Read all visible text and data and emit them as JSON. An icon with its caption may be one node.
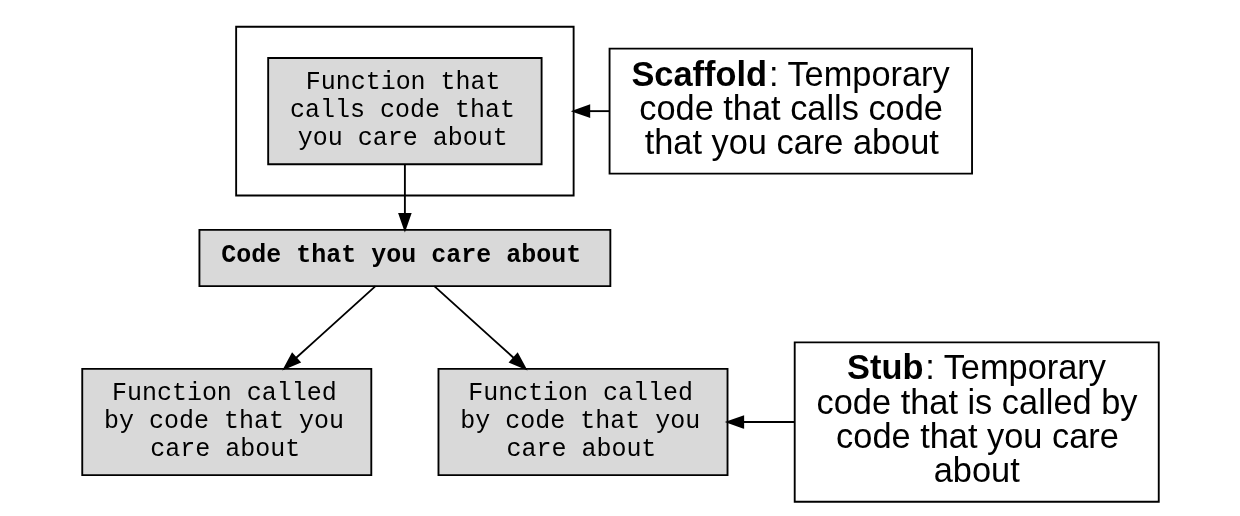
{
  "diagram": {
    "nodes": [
      {
        "text": [],
        "shape": "box"
      },
      {
        "text": [
          "Function that calls code that you care about"
        ],
        "in": 0
      },
      {
        "text": [
          "**Scaffold**: Temporary code that calls code that you care about"
        ]
      },
      {
        "text": [
          "Code that you care about"
        ]
      },
      {
        "text": [
          "Function called by code that you care about"
        ]
      },
      {
        "text": [
          "Function called by code that you care about"
        ]
      },
      {
        "text": [
          "**Stub**: Temporary code that is called by code that you care about"
        ]
      }
    ],
    "edges": [
      {
        "from": 2,
        "to": 0,
        "arrow": "to"
      },
      {
        "from": 1,
        "to": 3,
        "arrow": "to"
      },
      {
        "from": 3,
        "to": 4,
        "arrow": "to"
      },
      {
        "from": 3,
        "to": 5,
        "arrow": "to"
      },
      {
        "from": 6,
        "to": 5,
        "arrow": "to"
      }
    ]
  }
}
